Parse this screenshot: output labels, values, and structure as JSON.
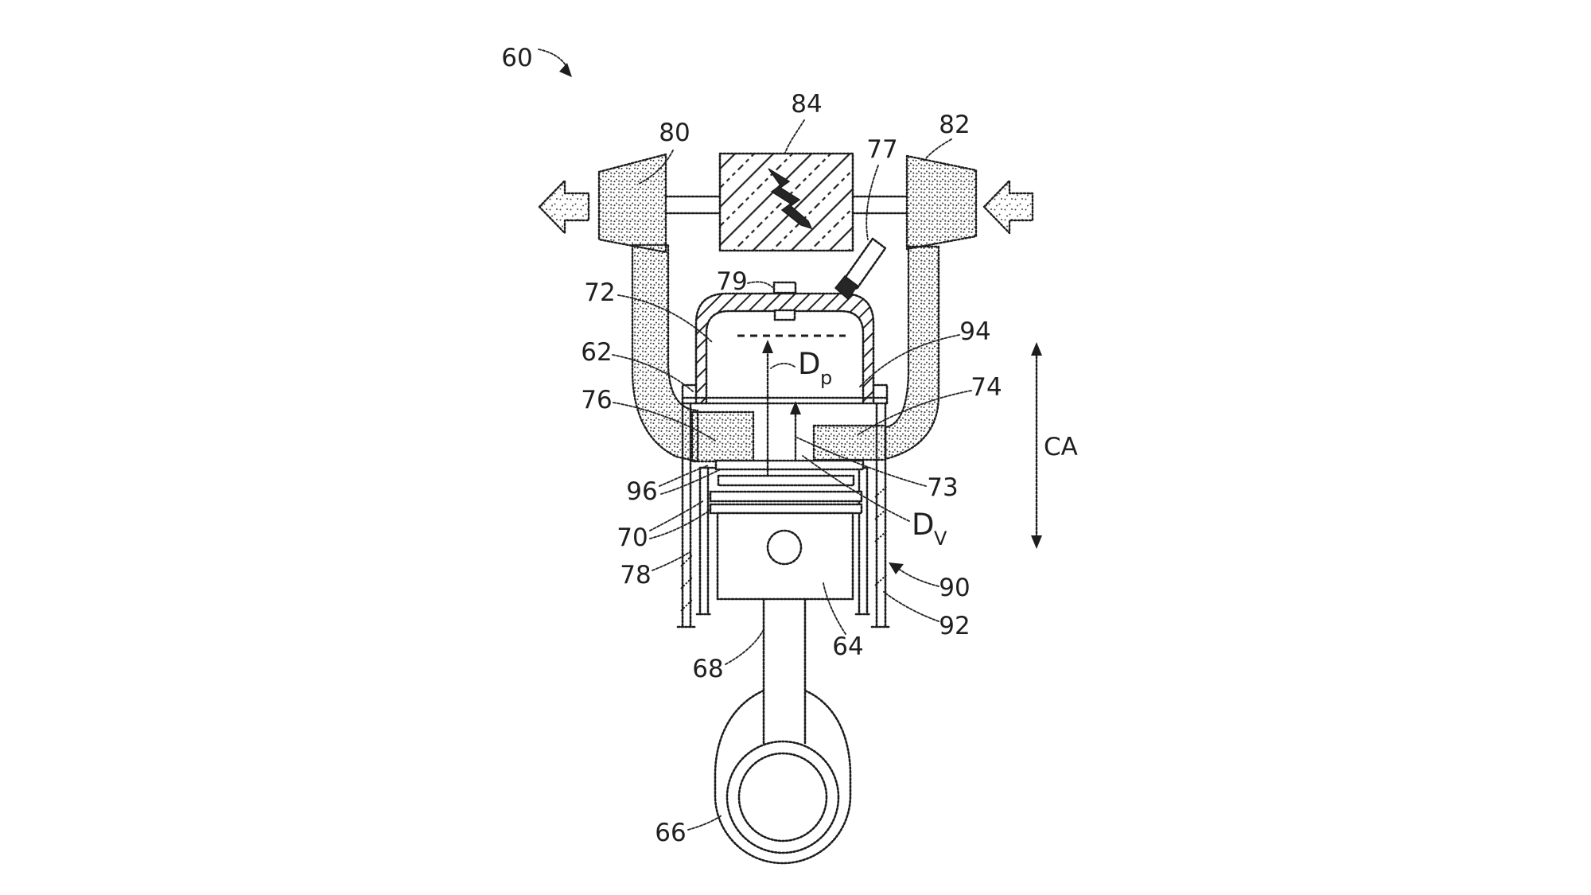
{
  "figure": {
    "kind": "patent-engineering-diagram",
    "subject": "engine cylinder cross-section with piston, open valve, ports and spark plug",
    "background_color": "#ffffff",
    "line_color": "#1d1d1d"
  },
  "labels": {
    "ref_60": "60",
    "ref_80": "80",
    "ref_84": "84",
    "ref_82": "82",
    "ref_77": "77",
    "ref_79": "79",
    "ref_72": "72",
    "ref_62": "62",
    "ref_76": "76",
    "ref_96": "96",
    "ref_70": "70",
    "ref_78": "78",
    "ref_68": "68",
    "ref_64": "64",
    "ref_66": "66",
    "ref_94": "94",
    "ref_74": "74",
    "ref_73": "73",
    "ref_90": "90",
    "ref_92": "92",
    "dim_dp": {
      "main": "D",
      "sub": "p"
    },
    "dim_dv": {
      "main": "D",
      "sub": "V"
    },
    "dim_ca": "CA"
  }
}
